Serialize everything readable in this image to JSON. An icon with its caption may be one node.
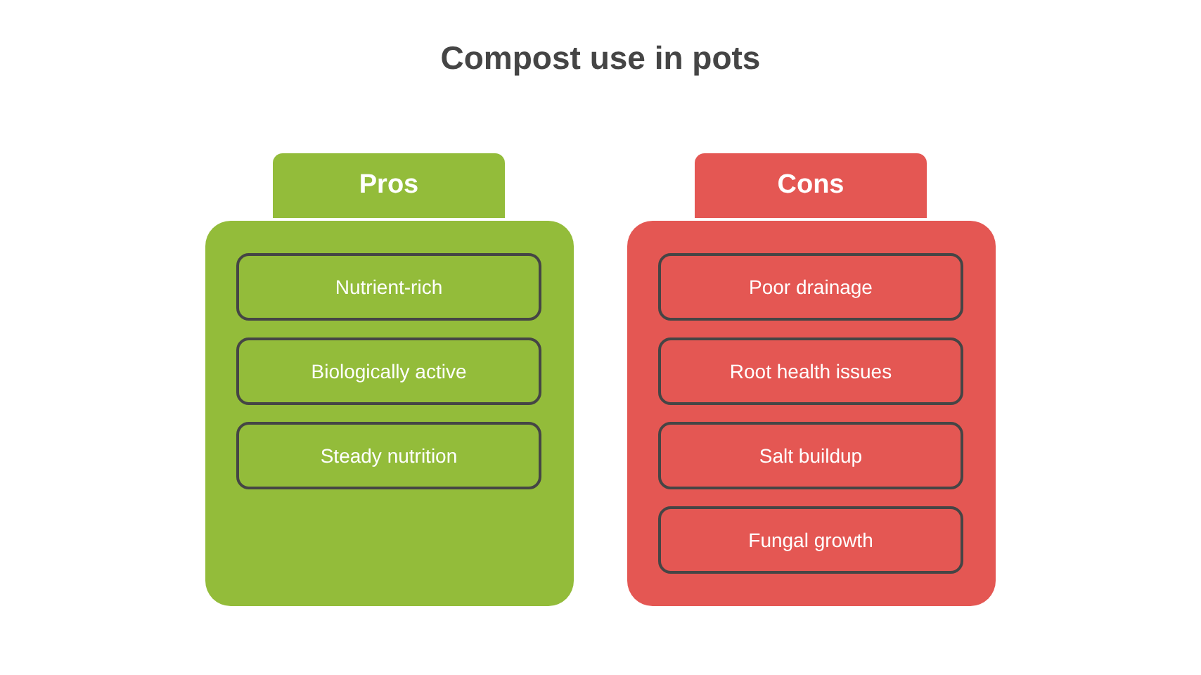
{
  "diagram": {
    "title": "Compost use in pots",
    "nodes": [
      {
        "text": [
          "Pros"
        ]
      },
      {
        "text": [],
        "shape": "box"
      },
      {
        "text": [
          "Nutrient-rich"
        ],
        "in": 1
      },
      {
        "text": [
          "Biologically active"
        ],
        "in": 1
      },
      {
        "text": [
          "Steady nutrition"
        ],
        "in": 1
      },
      {
        "text": [
          "Cons"
        ]
      },
      {
        "text": [],
        "shape": "box"
      },
      {
        "text": [
          "Poor drainage"
        ],
        "in": 6
      },
      {
        "text": [
          "Root health issues"
        ],
        "in": 6
      },
      {
        "text": [
          "Salt buildup"
        ],
        "in": 6
      },
      {
        "text": [
          "Fungal growth"
        ],
        "in": 6
      }
    ]
  }
}
